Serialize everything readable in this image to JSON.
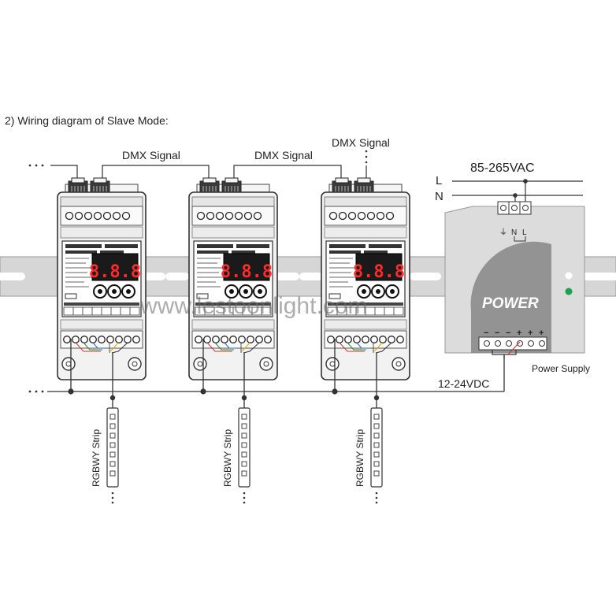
{
  "title": "2) Wiring diagram of Slave Mode:",
  "labels": {
    "dmx_signal_1": "DMX Signal",
    "dmx_signal_2": "DMX Signal",
    "dmx_signal_3": "DMX Signal",
    "voltage_ac": "85-265VAC",
    "line_l": "L",
    "line_n": "N",
    "terminal_ground": "⏚",
    "terminal_n": "N",
    "terminal_l": "L",
    "power_word": "POWER",
    "power_supply": "Power Supply",
    "voltage_dc": "12-24VDC",
    "strip_1": "RGBWY Strip",
    "strip_2": "RGBWY Strip",
    "strip_3": "RGBWY Strip",
    "psu_terminal_signs": [
      "−",
      "−",
      "−",
      "+",
      "+",
      "+"
    ],
    "led_display_1": "8.8.8",
    "led_display_2": "8.8.8",
    "led_display_3": "8.8.8",
    "ellipsis": "· · ·",
    "watermark": "www.lestoonlight.com"
  },
  "colors": {
    "wire": "#333333",
    "dc_positive": "#d9342b",
    "led_digit": "#ff2b2b",
    "status_led": "#1aa34a",
    "rail": "#d6d6d6",
    "psu_body": "#dcdcdc",
    "psu_circle": "#8e8e8e"
  }
}
